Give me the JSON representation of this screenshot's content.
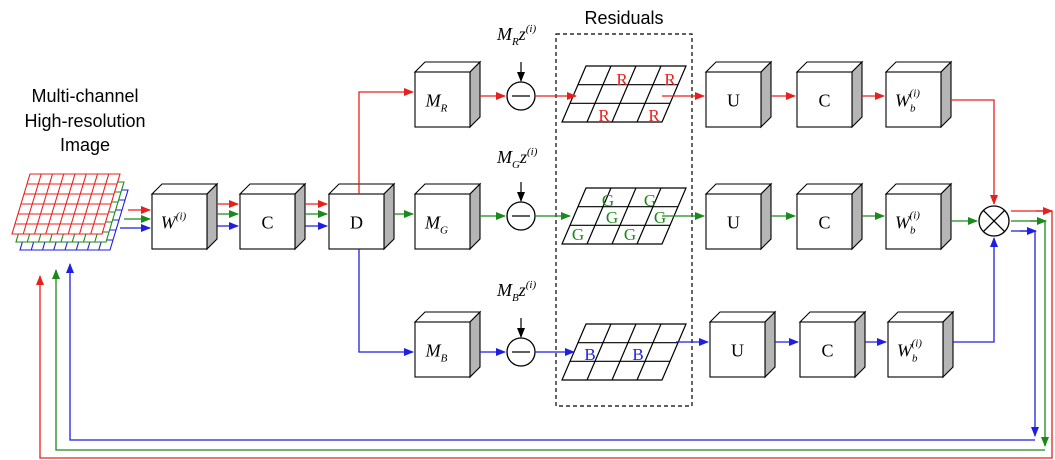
{
  "input_label": [
    "Multi-channel",
    "High-resolution",
    "Image"
  ],
  "residuals_label": "Residuals",
  "blocks": {
    "warp": {
      "main": "W",
      "sup": "(i)"
    },
    "conv": "C",
    "downsample": "D",
    "m_r": {
      "main": "M",
      "sub": "R"
    },
    "m_g": {
      "main": "M",
      "sub": "G"
    },
    "m_b": {
      "main": "M",
      "sub": "B"
    },
    "upsample": "U",
    "weight": {
      "main": "W",
      "sub": "b",
      "sup": "(i)"
    }
  },
  "measurements": {
    "red": {
      "main": "M",
      "sub": "R",
      "tail": "z",
      "sup": "(i)"
    },
    "green": {
      "main": "M",
      "sub": "G",
      "tail": "z",
      "sup": "(i)"
    },
    "blue": {
      "main": "M",
      "sub": "B",
      "tail": "z",
      "sup": "(i)"
    }
  },
  "grid_letters": {
    "red": "R",
    "green": "G",
    "blue": "B"
  },
  "colors": {
    "red": "#e8201c",
    "green": "#1a8a1a",
    "blue": "#1f1fe0",
    "line": "#000000"
  }
}
